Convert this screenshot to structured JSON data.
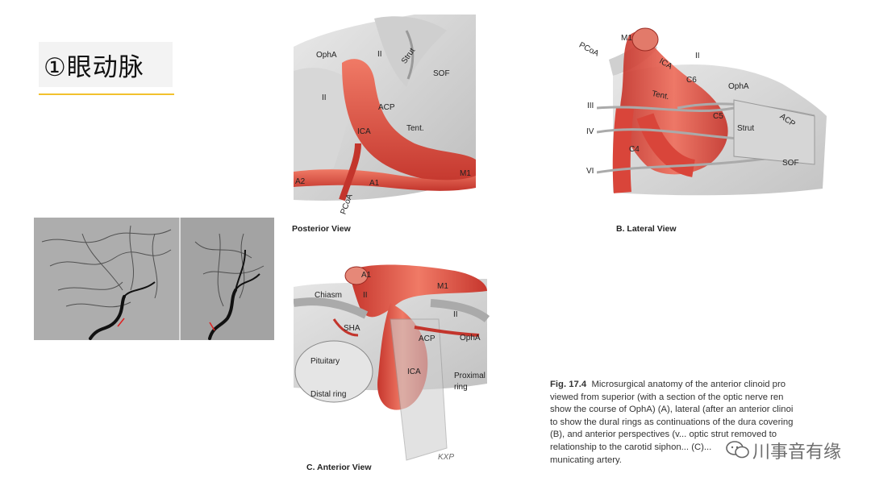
{
  "title": "①眼动脉",
  "colors": {
    "accent": "#f2c12e",
    "artery": "#d9453a",
    "nerve": "#c8c8c8"
  },
  "figure_a": {
    "labels": {
      "opha": "OphA",
      "ii_top": "II",
      "strut": "Strut",
      "sof": "SOF",
      "ii_left": "II",
      "acp": "ACP",
      "tent": "Tent.",
      "ica": "ICA",
      "a2": "A2",
      "a1": "A1",
      "pcoa": "PCoA",
      "m1": "M1"
    },
    "view": "Posterior View"
  },
  "figure_b": {
    "labels": {
      "m1": "M1",
      "pcoa": "PCoA",
      "ica": "ICA",
      "ii": "II",
      "c6": "C6",
      "opha": "OphA",
      "tent": "Tent.",
      "iii": "III",
      "c5": "C5",
      "iv": "IV",
      "strut": "Strut",
      "acp": "ACP",
      "c4": "C4",
      "vi": "VI",
      "sof": "SOF"
    },
    "view": "B. Lateral View"
  },
  "figure_c": {
    "labels": {
      "a1": "A1",
      "m1": "M1",
      "chiasm": "Chiasm",
      "ii_left": "II",
      "ii_right": "II",
      "sha": "SHA",
      "acp": "ACP",
      "opha": "OphA",
      "pituitary": "Pituitary",
      "ica": "ICA",
      "proximal": "Proximal",
      "ring": "ring",
      "distal": "Distal ring",
      "kxp": "KXP"
    },
    "view": "C. Anterior View"
  },
  "caption": {
    "fig_number": "Fig. 17.4",
    "lines": [
      "Microsurgical anatomy of the anterior clinoid pro",
      "viewed from superior (with a section of the optic nerve ren",
      "show the course of OphA) (A), lateral (after an anterior clinoi",
      "to show the dural rings as continuations of the dura covering",
      "(B), and anterior perspectives (v... optic strut removed to",
      "relationship to the carotid siphon... (C)...",
      "municating artery."
    ]
  },
  "watermark": "川事音有缘"
}
